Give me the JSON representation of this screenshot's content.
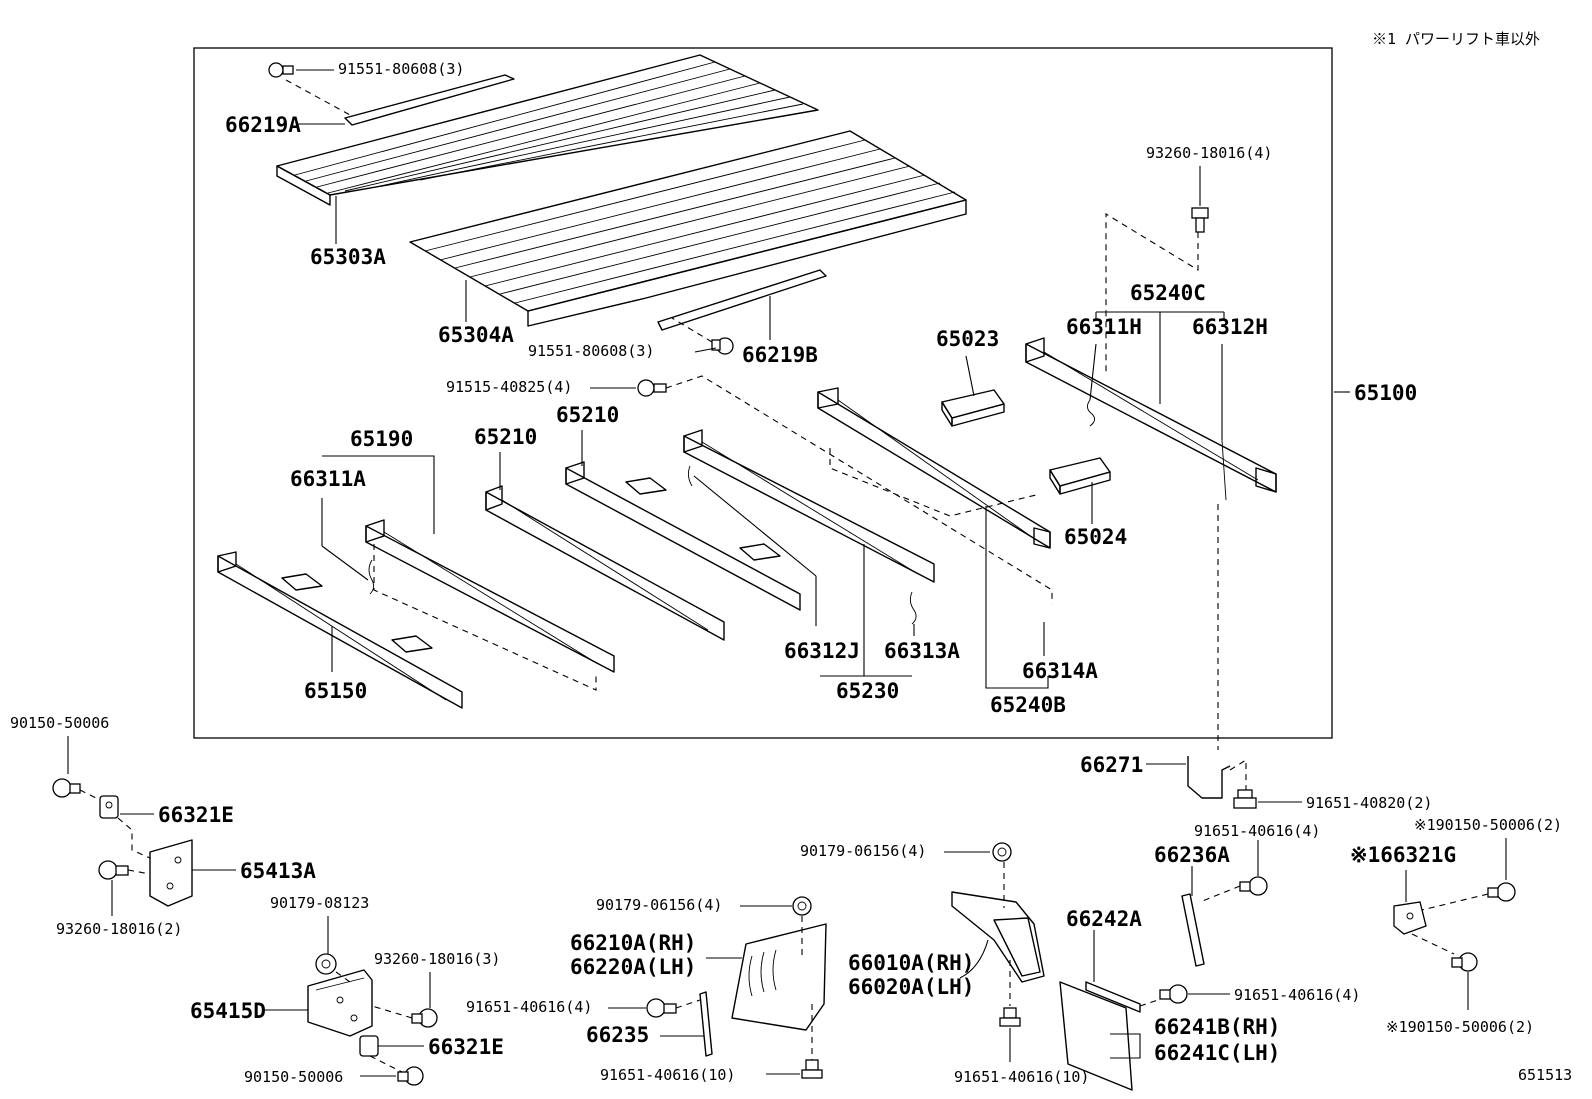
{
  "note": "※1 パワーリフト車以外",
  "diagram_id": "651513",
  "labels": {
    "p_91551_80608_top": "91551-80608(3)",
    "p_66219A": "66219A",
    "p_65303A": "65303A",
    "p_65304A": "65304A",
    "p_91551_80608_mid": "91551-80608(3)",
    "p_66219B": "66219B",
    "p_93260_18016_4": "93260-18016(4)",
    "p_65240C": "65240C",
    "p_66311H": "66311H",
    "p_66312H": "66312H",
    "p_65023": "65023",
    "p_91515_40825": "91515-40825(4)",
    "p_65100": "65100",
    "p_65190": "65190",
    "p_65210_a": "65210",
    "p_65210_b": "65210",
    "p_66311A": "66311A",
    "p_65024": "65024",
    "p_66312J": "66312J",
    "p_66313A": "66313A",
    "p_66314A": "66314A",
    "p_65150": "65150",
    "p_65230": "65230",
    "p_65240B": "65240B",
    "p_90150_50006_a": "90150-50006",
    "p_66321E_a": "66321E",
    "p_65413A": "65413A",
    "p_93260_18016_2": "93260-18016(2)",
    "p_66271": "66271",
    "p_91651_40820": "91651-40820(2)",
    "p_91651_40616_4_a": "91651-40616(4)",
    "p_190150_50006_top": "※190150-50006(2)",
    "p_66236A": "66236A",
    "p_166321G": "※166321G",
    "p_90179_06156_a": "90179-06156(4)",
    "p_90179_08123": "90179-08123",
    "p_93260_18016_3": "93260-18016(3)",
    "p_90179_06156_b": "90179-06156(4)",
    "p_66210A": "66210A(RH)",
    "p_66220A": "66220A(LH)",
    "p_66010A": "66010A(RH)",
    "p_66020A": "66020A(LH)",
    "p_66242A": "66242A",
    "p_65415D": "65415D",
    "p_91651_40616_4_b": "91651-40616(4)",
    "p_91651_40616_4_c": "91651-40616(4)",
    "p_66235": "66235",
    "p_66321E_b": "66321E",
    "p_66241B": "66241B(RH)",
    "p_66241C": "66241C(LH)",
    "p_190150_50006_bot": "※190150-50006(2)",
    "p_90150_50006_b": "90150-50006",
    "p_91651_40616_10_a": "91651-40616(10)",
    "p_91651_40616_10_b": "91651-40616(10)"
  }
}
